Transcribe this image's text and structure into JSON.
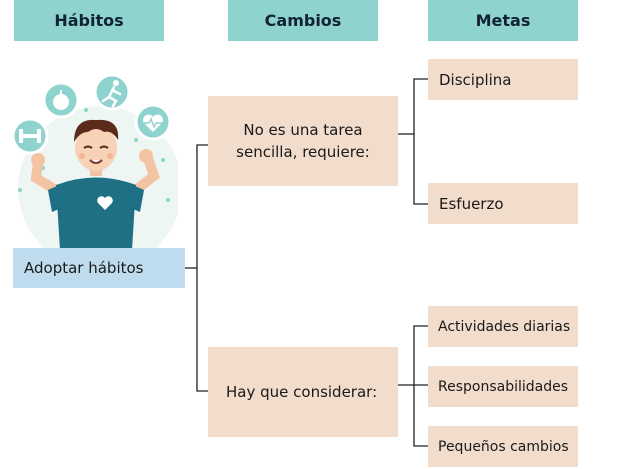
{
  "headers": {
    "habitos": "Hábitos",
    "cambios": "Cambios",
    "metas": "Metas"
  },
  "left_box": "Adoptar hábitos",
  "cambios": {
    "top_line1": "No es una tarea",
    "top_line2": "sencilla, requiere:",
    "bottom": "Hay que considerar:"
  },
  "metas": {
    "top": [
      "Disciplina",
      "Esfuerzo"
    ],
    "bottom": [
      "Actividades diarias",
      "Responsabilidades",
      "Pequeños cambios"
    ]
  },
  "colors": {
    "header": "#8fd3cf",
    "peach": "#f2dccb",
    "left_box": "#bfdcee",
    "shirt": "#1f6f85",
    "icon_circle": "#8fd3cf"
  },
  "icons": [
    "dumbbell-icon",
    "apple-icon",
    "runner-icon",
    "heart-pulse-icon",
    "heart-icon"
  ]
}
